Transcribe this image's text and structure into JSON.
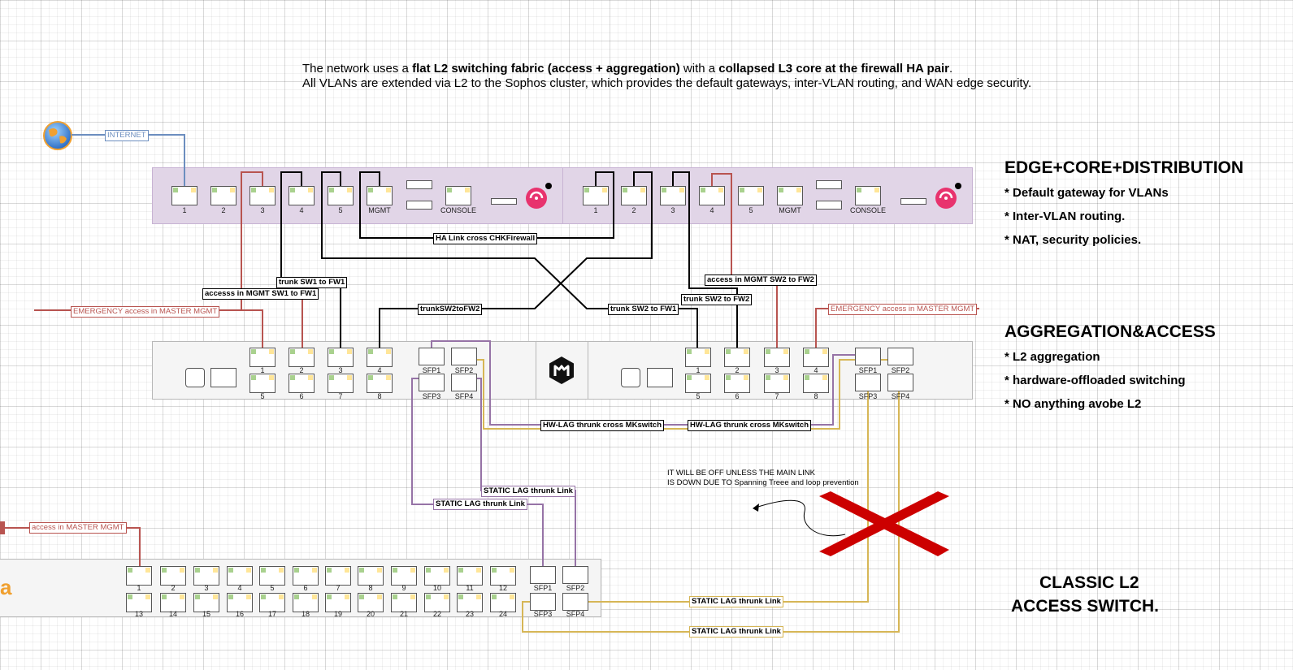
{
  "description": {
    "line1_prefix": "The network uses a ",
    "line1_bold1": "flat L2 switching fabric (access + aggregation)",
    "line1_mid": " with a ",
    "line1_bold2": "collapsed L3 core at the firewall HA pair",
    "line1_suffix": ".",
    "line2": "All VLANs are extended via L2 to the Sophos cluster, which provides the default gateways, inter-VLAN routing, and WAN edge security."
  },
  "sections": {
    "edge": {
      "title": "EDGE+CORE+DISTRIBUTION",
      "bullets": [
        "* Default gateway for VLANs",
        "* Inter-VLAN routing.",
        "* NAT, security policies."
      ]
    },
    "aggregation": {
      "title": "AGGREGATION&ACCESS",
      "bullets": [
        "* L2 aggregation",
        "* hardware-offloaded switching",
        "* NO anything avobe L2"
      ]
    },
    "classic": {
      "title_line1": "CLASSIC L2",
      "title_line2": "ACCESS SWITCH."
    }
  },
  "firewall_ports": [
    "1",
    "2",
    "3",
    "4",
    "5",
    "MGMT",
    "CONSOLE"
  ],
  "switch_ports": {
    "top": [
      "1",
      "2",
      "3",
      "4"
    ],
    "bottom": [
      "5",
      "6",
      "7",
      "8"
    ],
    "sfp_top": [
      "SFP1",
      "SFP2"
    ],
    "sfp_bottom": [
      "SFP3",
      "SFP4"
    ]
  },
  "access_ports": {
    "top": [
      "1",
      "2",
      "3",
      "4",
      "5",
      "6",
      "7",
      "8",
      "9",
      "10",
      "11",
      "12"
    ],
    "bottom": [
      "13",
      "14",
      "15",
      "16",
      "17",
      "18",
      "19",
      "20",
      "21",
      "22",
      "23",
      "24"
    ],
    "sfp_top": [
      "SFP1",
      "SFP2"
    ],
    "sfp_bottom": [
      "SFP3",
      "SFP4"
    ]
  },
  "links": {
    "internet": "INTERNET",
    "ha_link": "HA Link cross CHKFirewall",
    "trunk_sw1_fw1": "trunk SW1 to FW1",
    "mgmt_sw1_fw1": "accesss in MGMT  SW1 to FW1",
    "mgmt_sw2_fw2": "access in MGMT  SW2 to FW2",
    "trunk_sw2_fw2": "trunk  SW2 to FW2",
    "trunk_sw2_fw1": "trunk  SW2 to FW1",
    "trunk_sw2tofw2": "trunkSW2toFW2",
    "emergency": "EMERGENCY access in MASTER MGMT",
    "hw_lag": "HW-LAG thrunk cross MKswitch",
    "static_lag": "STATIC LAG thrunk Link",
    "access_mgmt": "access in MASTER MGMT"
  },
  "warning": {
    "line1": "IT WILL BE OFF UNLESS THE MAIN LINK",
    "line2": "IS DOWN DUE TO Spanning Treee and loop prevention"
  },
  "colors": {
    "firewall_bg": "#e1d5e7",
    "switch_bg": "#f5f5f5",
    "red_link": "#b85450",
    "blue_link": "#6c8ebf",
    "black_link": "#000000",
    "purple_link": "#9673a6",
    "gold_link": "#d6b656",
    "cross_mark": "#cc0000",
    "sophos_pink": "#e8336e",
    "access_brand": "#f0a030"
  },
  "icons": [
    "globe-icon",
    "sophos-logo-icon",
    "mikrotik-logo-icon",
    "cross-icon",
    "curved-arrow-icon"
  ]
}
